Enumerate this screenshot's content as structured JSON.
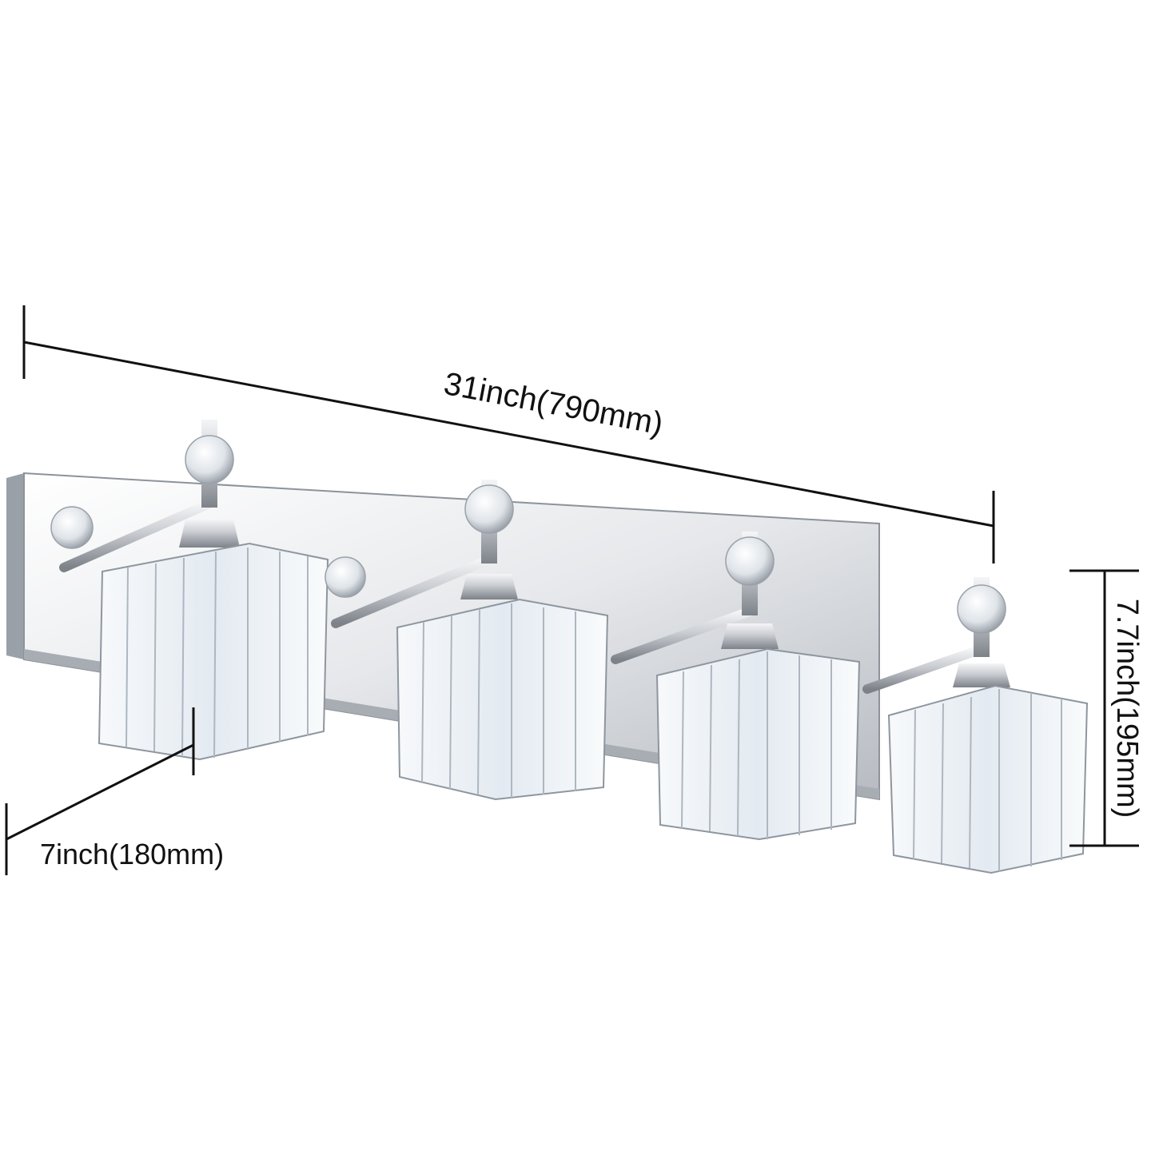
{
  "image": {
    "subject": "crystal-vanity-light-four-shades",
    "shade_count": 4
  },
  "dimensions": {
    "width_label": "31inch(790mm)",
    "height_label": "7.7inch(195mm)",
    "depth_label": "7inch(180mm)"
  },
  "colors": {
    "chrome": "#c9ccd1",
    "chrome_dark": "#6f747b",
    "crystal": "#eef3f7",
    "crystal_edge": "#8e969f",
    "line": "#111111"
  }
}
